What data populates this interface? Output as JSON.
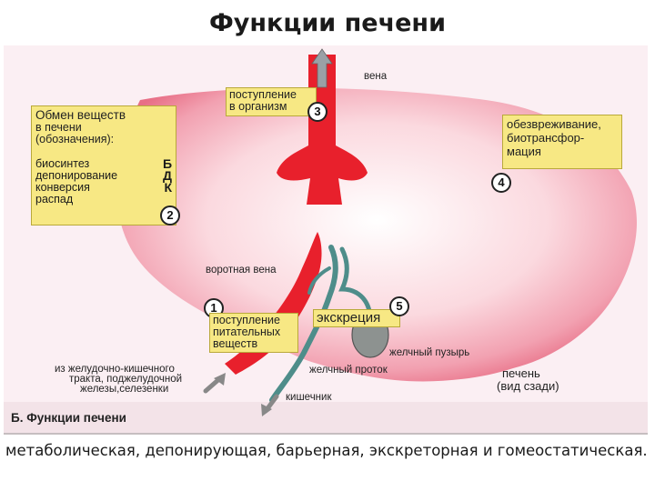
{
  "title": "Функции печени",
  "diagram": {
    "panel_title": "Б. Функции печени",
    "labels": {
      "vena": "вена",
      "vorotnaya_vena": "воротная вена",
      "zhelchny_puzyr": "желчный пузырь",
      "zhelchny_protok": "желчный проток",
      "kishechnik": "кишечник",
      "pechen": "печень",
      "vid_szadi": "(вид сзади)",
      "source": [
        "из желудочно-кишечного",
        "тракта, поджелудочной",
        "железы,селезенки"
      ]
    },
    "boxes": {
      "entry_body": {
        "number": "3",
        "lines": [
          "поступление",
          "в организм"
        ]
      },
      "metabolism": {
        "number": "2",
        "header": [
          "Обмен веществ",
          "в печени",
          "(обозначения):"
        ],
        "rows": [
          {
            "label": "биосинтез",
            "code": "Б"
          },
          {
            "label": "депонирование",
            "code": "Д"
          },
          {
            "label": "конверсия",
            "code": "К"
          },
          {
            "label": "распад",
            "code": ""
          }
        ]
      },
      "detox": {
        "number": "4",
        "lines": [
          "обезвреживание,",
          "биотрансфор-",
          "мация"
        ]
      },
      "nutrients": {
        "number": "1",
        "lines": [
          "поступление",
          "питательных",
          "веществ"
        ]
      },
      "excretion": {
        "number": "5",
        "label": "экскреция"
      }
    }
  },
  "caption": "метаболическая, депонирующая, барьерная, экскреторная и гомеостатическая.",
  "colors": {
    "liver": "#f4a5b4",
    "vessel": "#e8202c",
    "duct": "#4e8d8a",
    "box": "#f7e884"
  }
}
